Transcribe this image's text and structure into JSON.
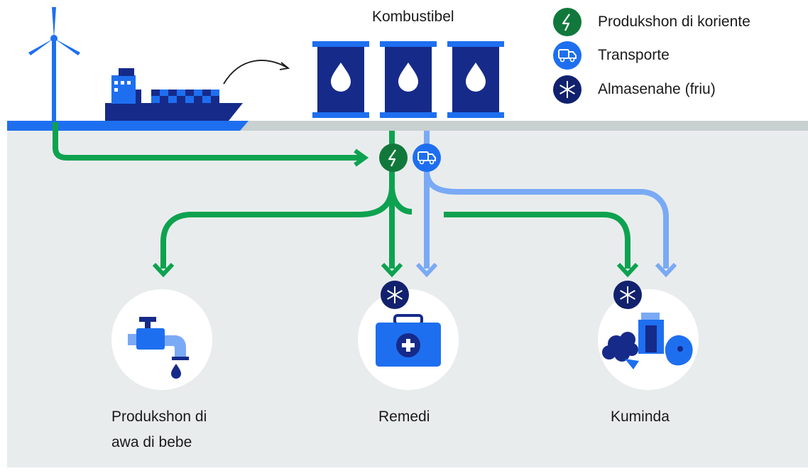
{
  "fuel_label": "Kombustibel",
  "legend": {
    "items": [
      {
        "label": "Produkshon di koriente",
        "icon": "lightning-icon",
        "color": "#11783b"
      },
      {
        "label": "Transporte",
        "icon": "truck-icon",
        "color": "#1e6ff0"
      },
      {
        "label": "Almasenahe (friu)",
        "icon": "snowflake-icon",
        "color": "#12216e"
      }
    ]
  },
  "destinations": {
    "water": {
      "line1": "Produkshon di",
      "line2": "awa di bebe",
      "icon": "faucet-icon"
    },
    "medicine": {
      "label": "Remedi",
      "icon": "medical-kit-icon"
    },
    "food": {
      "label": "Kuminda",
      "icon": "food-icon"
    }
  },
  "colors": {
    "electricity": "#0da250",
    "electricity_dark": "#11783b",
    "transport": "#7aaaf5",
    "transport_dark": "#1e6ff0",
    "storage": "#12216e",
    "barrel": "#162a8a",
    "ground": "#e9eced",
    "ground_edge": "#c8d0d0"
  }
}
